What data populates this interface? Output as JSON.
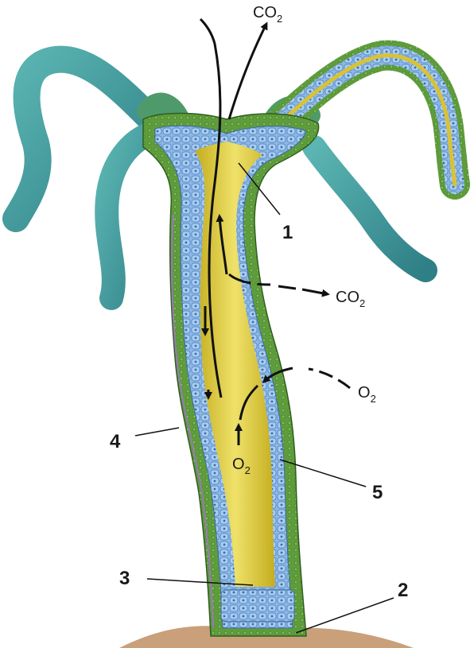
{
  "labels": {
    "l1": "1",
    "l2": "2",
    "l3": "3",
    "l4": "4",
    "l5": "5"
  },
  "gases": {
    "co2_top": {
      "main": "CO",
      "sub": "2"
    },
    "co2_right": {
      "main": "CO",
      "sub": "2"
    },
    "o2_right": {
      "main": "O",
      "sub": "2"
    },
    "o2_inside": {
      "main": "O",
      "sub": "2"
    }
  },
  "colors": {
    "ectoderm": "#5c9a3a",
    "endoderm": "#7fb0e0",
    "cavity": "#d9c234",
    "tentacle": "#3f9a9a",
    "ground": "#c9a07a"
  }
}
